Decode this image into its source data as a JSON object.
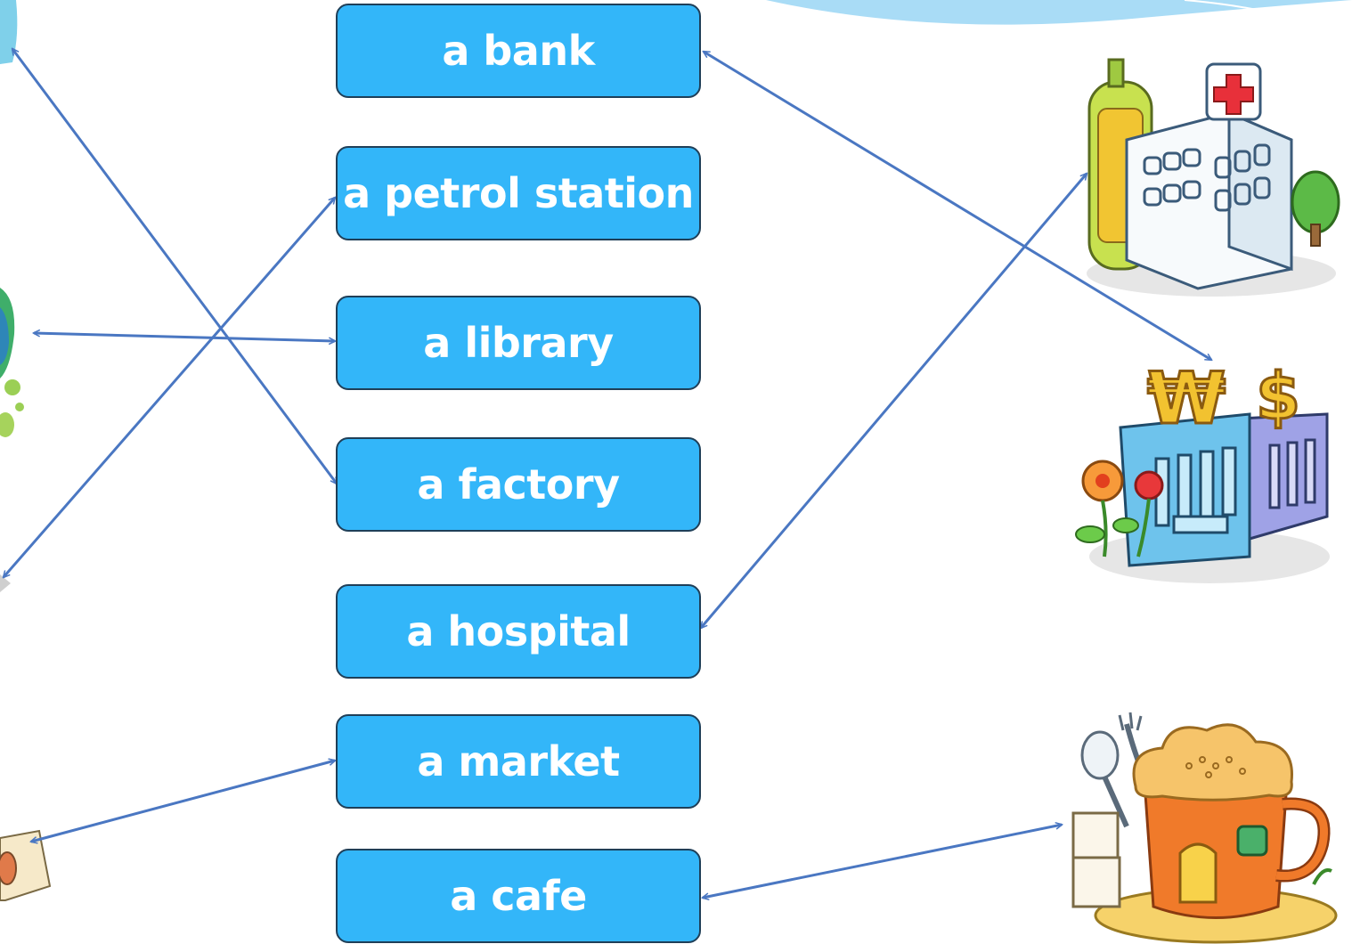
{
  "words": [
    {
      "id": "bank",
      "label": "a bank"
    },
    {
      "id": "petrol-station",
      "label": "a petrol station"
    },
    {
      "id": "library",
      "label": "a library"
    },
    {
      "id": "factory",
      "label": "a factory"
    },
    {
      "id": "hospital",
      "label": "a hospital"
    },
    {
      "id": "market",
      "label": "a market"
    },
    {
      "id": "cafe",
      "label": "a cafe"
    }
  ],
  "colors": {
    "button_fill": "#33b6f9",
    "button_border": "#1f3f58",
    "button_text": "#ffffff",
    "arrow": "#4a77c2",
    "top_swoosh": "#a9dcf6"
  },
  "pictures": [
    {
      "name": "hospital-picture",
      "icon": "hospital-icon"
    },
    {
      "name": "bank-picture",
      "icon": "bank-icon",
      "signs": [
        "₩",
        "$"
      ]
    },
    {
      "name": "cafe-picture",
      "icon": "cafe-icon"
    }
  ]
}
